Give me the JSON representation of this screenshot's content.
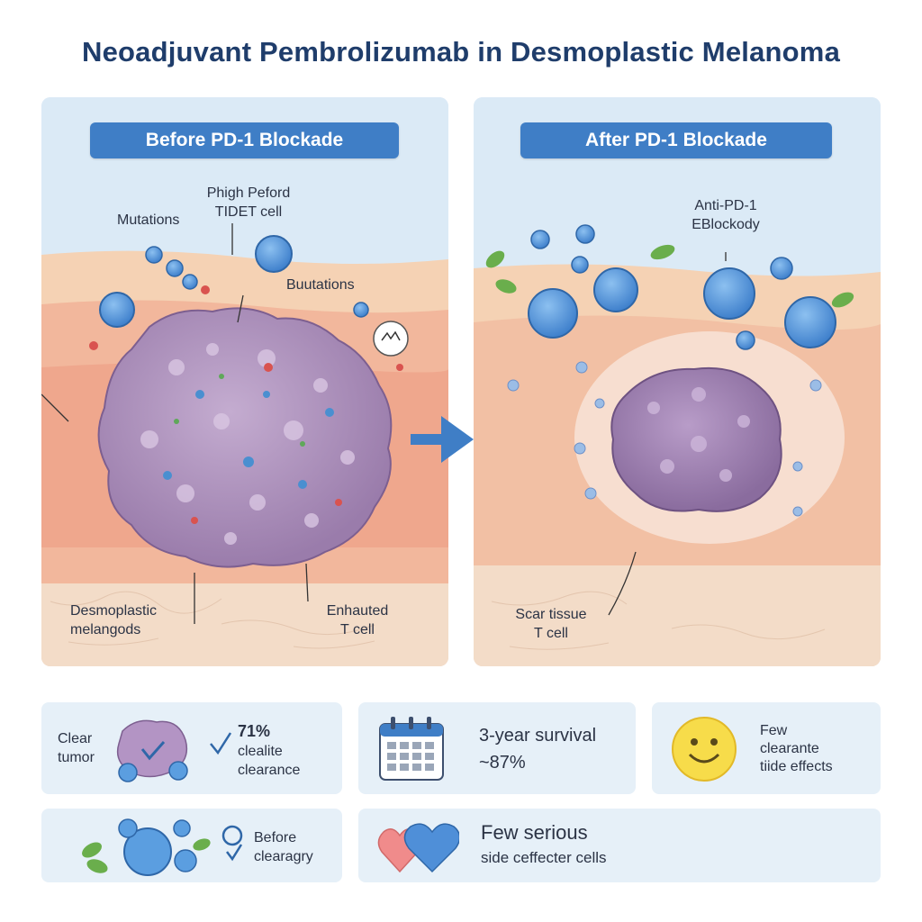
{
  "title": "Neoadjuvant Pembrolizumab in Desmoplastic Melanoma",
  "left_panel": {
    "header": "Before PD-1 Blockade",
    "labels": {
      "mutations": "Mutations",
      "tcell_top": "Phigh Peford\nTIDET cell",
      "mutations_right": "Buutations",
      "desmoplastic": "Desmoplastic\nmelangods",
      "exhausted": "Enhauted\nT cell"
    }
  },
  "right_panel": {
    "header": "After PD-1 Blockade",
    "labels": {
      "antibody": "Anti-PD-1\nEBlockody",
      "scar": "Scar tissue\nT cell"
    }
  },
  "cards": {
    "clearance": {
      "label": "Clear\ntumor",
      "value": "71%",
      "desc": "clealite\nclearance"
    },
    "survival": {
      "line1": "3-year survival",
      "line2": "~87%"
    },
    "few_effects": {
      "text": "Few\nclearante\ntiide effects"
    },
    "before": {
      "text": "Before\nclearagry"
    },
    "side_effects": {
      "line1": "Few serious",
      "line2": "side ceffecter cells"
    }
  },
  "colors": {
    "title": "#1f3d6b",
    "header": "#3f7ec6",
    "tumor": "#a98bb8",
    "tcell": "#5b9ee0",
    "arrow": "#3f7ec6",
    "tissue": "#f2c2a4"
  },
  "icons": [
    "calendar-icon",
    "smiley-icon",
    "heart-icon",
    "tumor-icon",
    "tcell-icon",
    "arrow-icon"
  ]
}
